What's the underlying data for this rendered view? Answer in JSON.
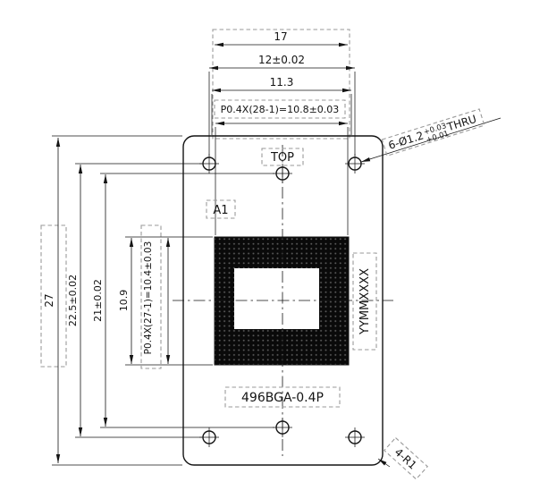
{
  "labels": {
    "top": "TOP",
    "a1": "A1",
    "marking": "YYMMXXXX",
    "part": "496BGA-0.4P",
    "corner": "4-R1"
  },
  "hole_callout": {
    "quantity_dia": "6-Ø1.2",
    "tol_upper": "+0.03",
    "tol_lower": "+0.01",
    "thru": "THRU"
  },
  "dims": {
    "width_overall": "17",
    "width_holes": "12±0.02",
    "width_body": "11.3",
    "pitch_x": "P0.4X(28-1)=10.8±0.03",
    "height_overall": "27",
    "height_holes": "22.5±0.02",
    "height_center_holes": "21±0.02",
    "height_body": "10.9",
    "pitch_y": "P0.4X(27-1)=10.4±0.03"
  }
}
